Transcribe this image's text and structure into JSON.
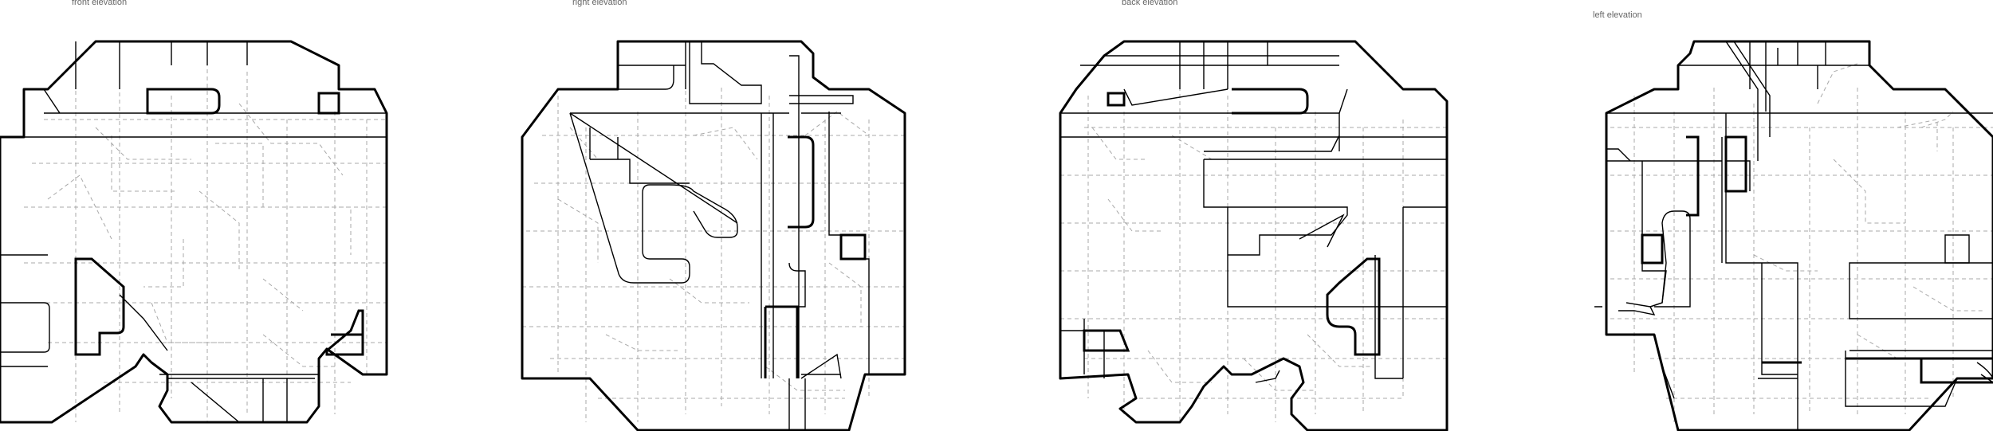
{
  "elevations": [
    {
      "id": "front",
      "label": "front elevation"
    },
    {
      "id": "right",
      "label": "right elevation"
    },
    {
      "id": "back",
      "label": "back elevation"
    },
    {
      "id": "left",
      "label": "left elevation"
    }
  ],
  "colors": {
    "background": "#ffffff",
    "outline": "#000000",
    "hidden_line": "#a8a8a8",
    "label_text": "#666666"
  }
}
